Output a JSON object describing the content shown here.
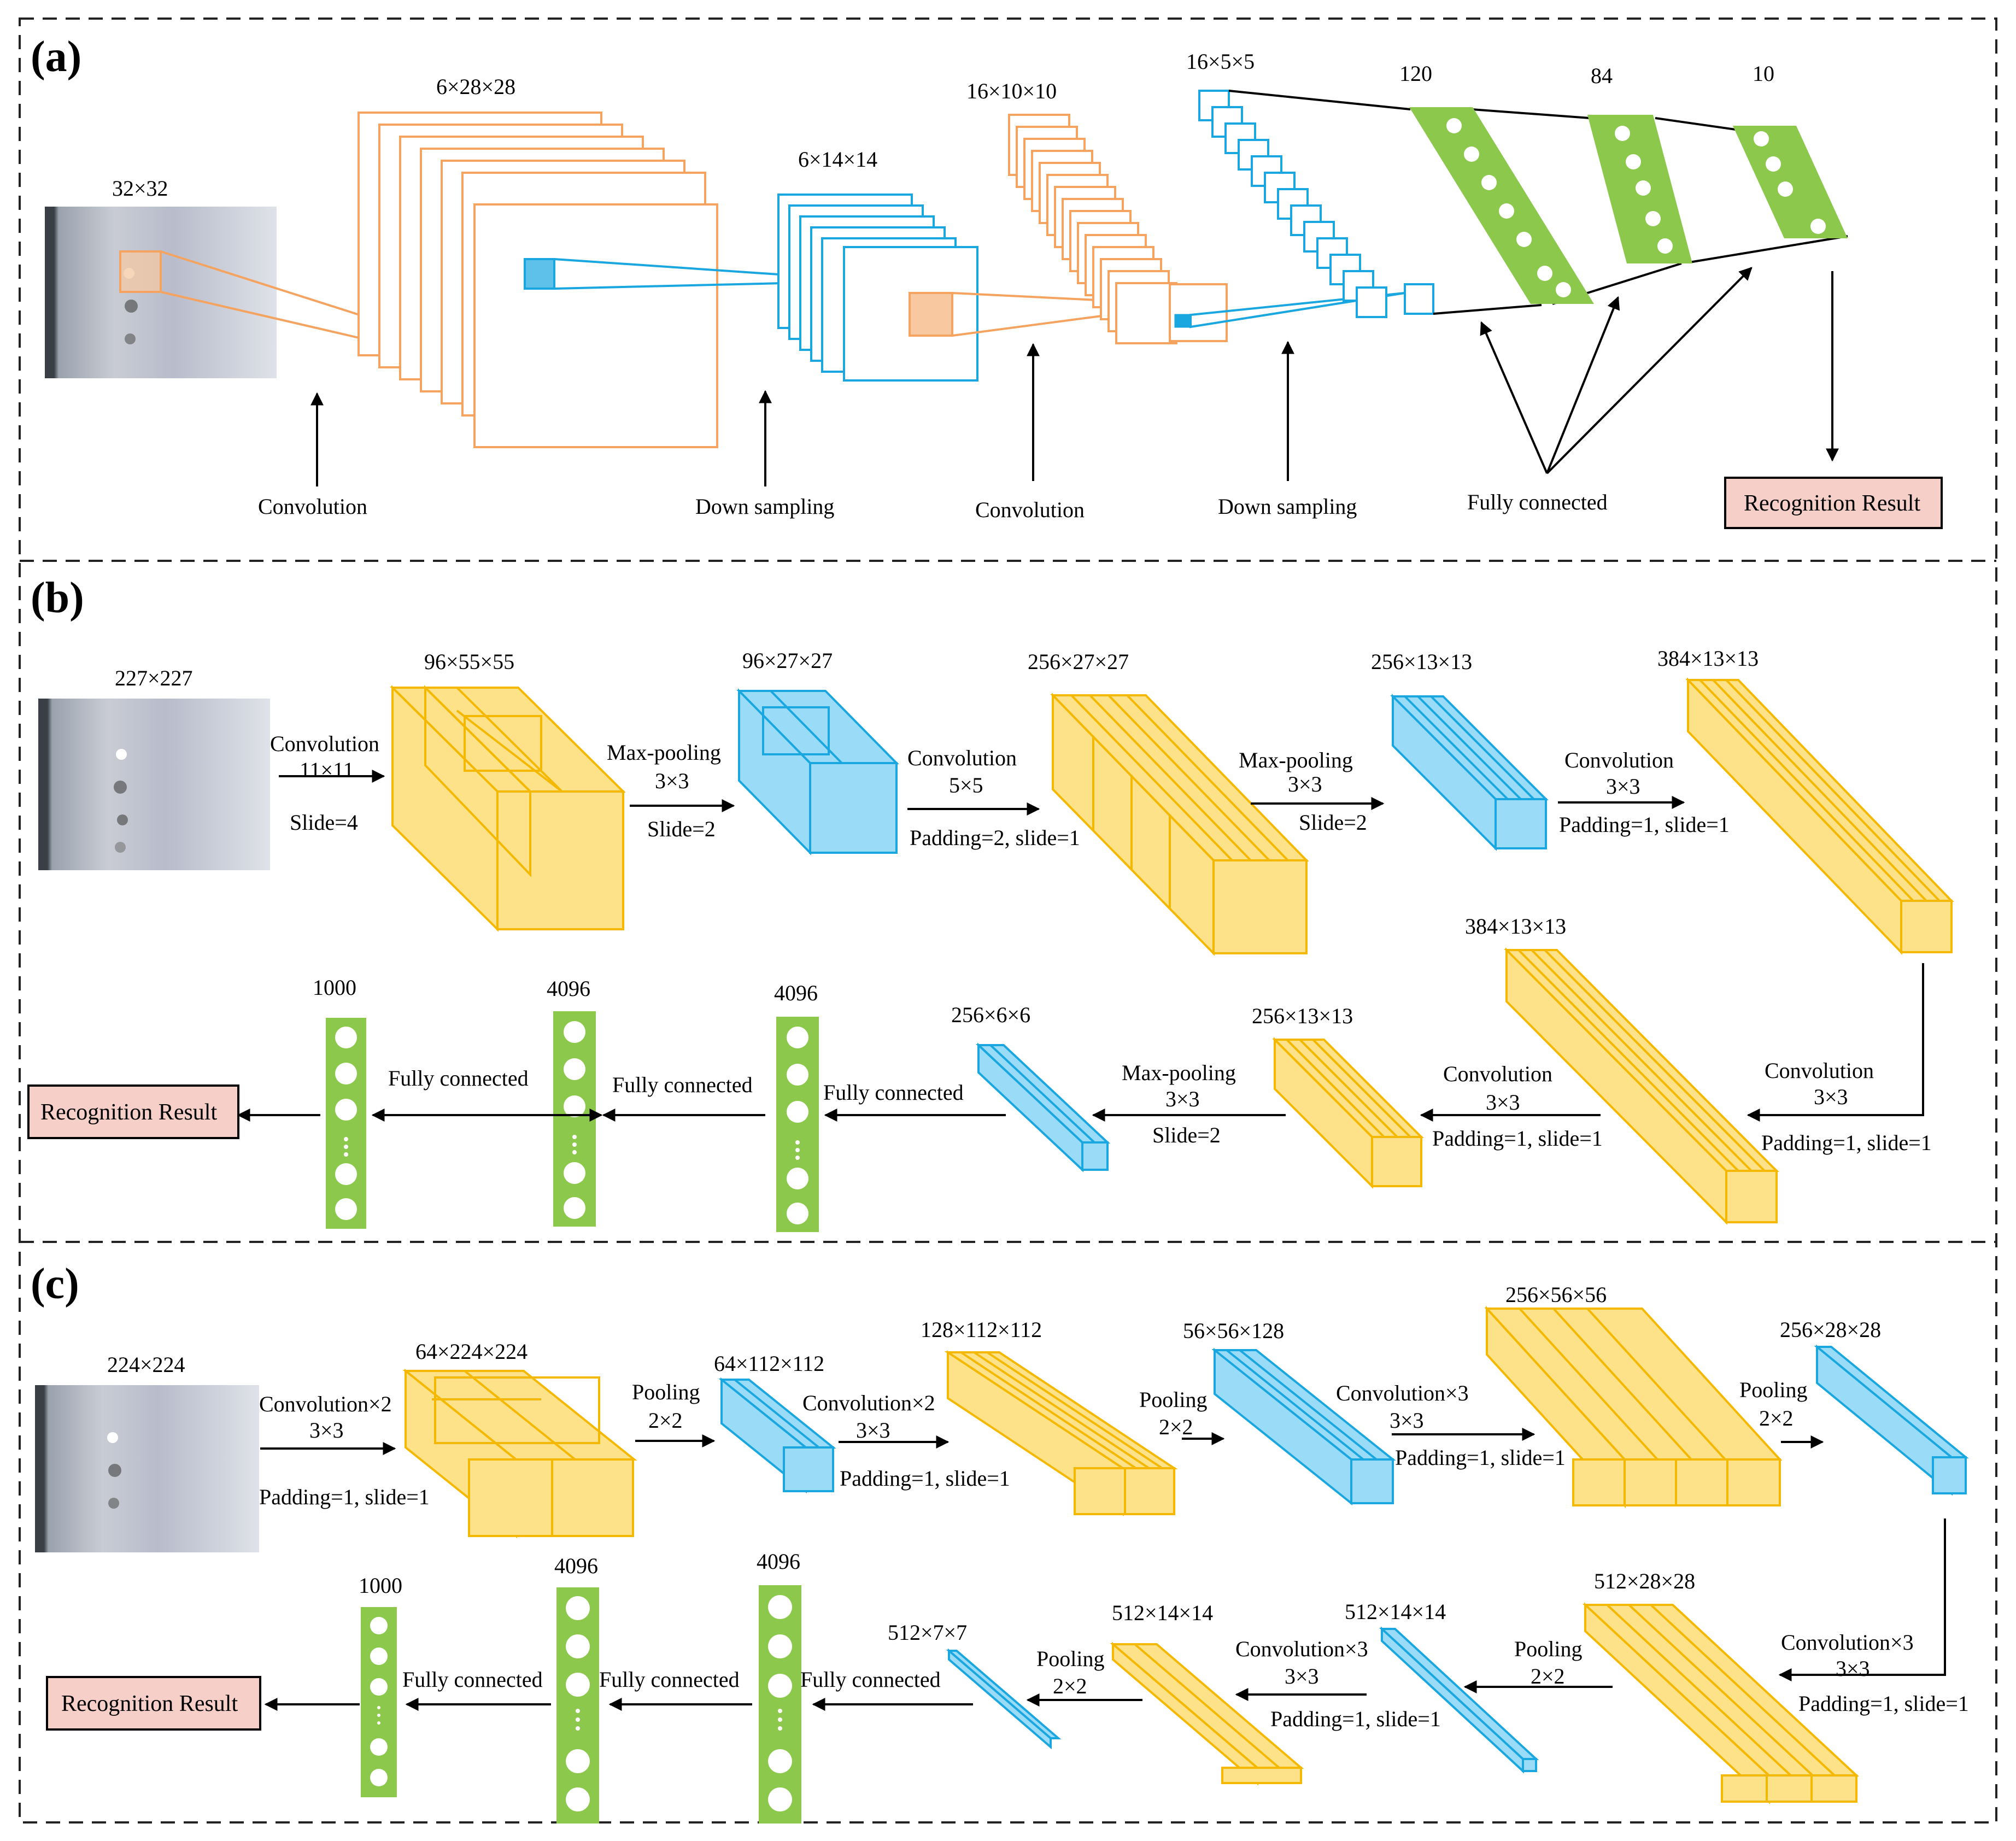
{
  "colors": {
    "orange": "#F4A460",
    "orange_fill": "#F8C9A0",
    "yellow_stroke": "#F5B800",
    "yellow_fill": "#FDE28A",
    "blue": "#1AA7E0",
    "blue_fill": "#9ADCF7",
    "green": "#8CC84B",
    "result_fill": "#F6CFC8"
  },
  "panels": {
    "a": {
      "label": "(a)",
      "dims": {
        "input": "32×32",
        "c1": "6×28×28",
        "s2": "6×14×14",
        "c3": "16×10×10",
        "s4": "16×5×5",
        "f5": "120",
        "f6": "84",
        "out": "10"
      },
      "ops": {
        "conv1": "Convolution",
        "down1": "Down sampling",
        "conv2": "Convolution",
        "down2": "Down sampling",
        "fc": "Fully connected"
      },
      "result": "Recognition Result"
    },
    "b": {
      "label": "(b)",
      "dims": {
        "input": "227×227",
        "l1": "96×55×55",
        "l2": "96×27×27",
        "l3": "256×27×27",
        "l4": "256×13×13",
        "l5": "384×13×13",
        "l6": "384×13×13",
        "l7": "256×13×13",
        "l8": "256×6×6",
        "f1": "4096",
        "f2": "4096",
        "f3": "1000"
      },
      "ops": {
        "op1": [
          "Convolution",
          "11×11",
          "Slide=4"
        ],
        "op2": [
          "Max-pooling",
          "3×3",
          "Slide=2"
        ],
        "op3": [
          "Convolution",
          "5×5",
          "Padding=2, slide=1"
        ],
        "op4": [
          "Max-pooling",
          "3×3",
          "Slide=2"
        ],
        "op5": [
          "Convolution",
          "3×3",
          "Padding=1, slide=1"
        ],
        "op6": [
          "Convolution",
          "3×3",
          "Padding=1, slide=1"
        ],
        "op7": [
          "Convolution",
          "3×3",
          "Padding=1, slide=1"
        ],
        "op8": [
          "Max-pooling",
          "3×3",
          "Slide=2"
        ],
        "fc1": "Fully connected",
        "fc2": "Fully connected",
        "fc3": "Fully connected"
      },
      "result": "Recognition Result"
    },
    "c": {
      "label": "(c)",
      "dims": {
        "input": "224×224",
        "l1": "64×224×224",
        "l2": "64×112×112",
        "l3": "128×112×112",
        "l4": "56×56×128",
        "l5": "256×56×56",
        "l6": "256×28×28",
        "l7": "512×28×28",
        "l8": "512×14×14",
        "l9": "512×14×14",
        "l10": "512×7×7",
        "f1": "4096",
        "f2": "4096",
        "f3": "1000"
      },
      "ops": {
        "op1": [
          "Convolution×2",
          "3×3",
          "Padding=1, slide=1"
        ],
        "op2": [
          "Pooling",
          "2×2"
        ],
        "op3": [
          "Convolution×2",
          "3×3",
          "Padding=1, slide=1"
        ],
        "op4": [
          "Pooling",
          "2×2"
        ],
        "op5": [
          "Convolution×3",
          "3×3",
          "Padding=1, slide=1"
        ],
        "op6": [
          "Pooling",
          "2×2"
        ],
        "op7": [
          "Convolution×3",
          "3×3",
          "Padding=1, slide=1"
        ],
        "op8": [
          "Pooling",
          "2×2"
        ],
        "op9": [
          "Convolution×3",
          "3×3",
          "Padding=1, slide=1"
        ],
        "op10": [
          "Pooling",
          "2×2"
        ],
        "fc1": "Fully connected",
        "fc2": "Fully connected",
        "fc3": "Fully connected"
      },
      "result": "Recognition Result"
    }
  }
}
